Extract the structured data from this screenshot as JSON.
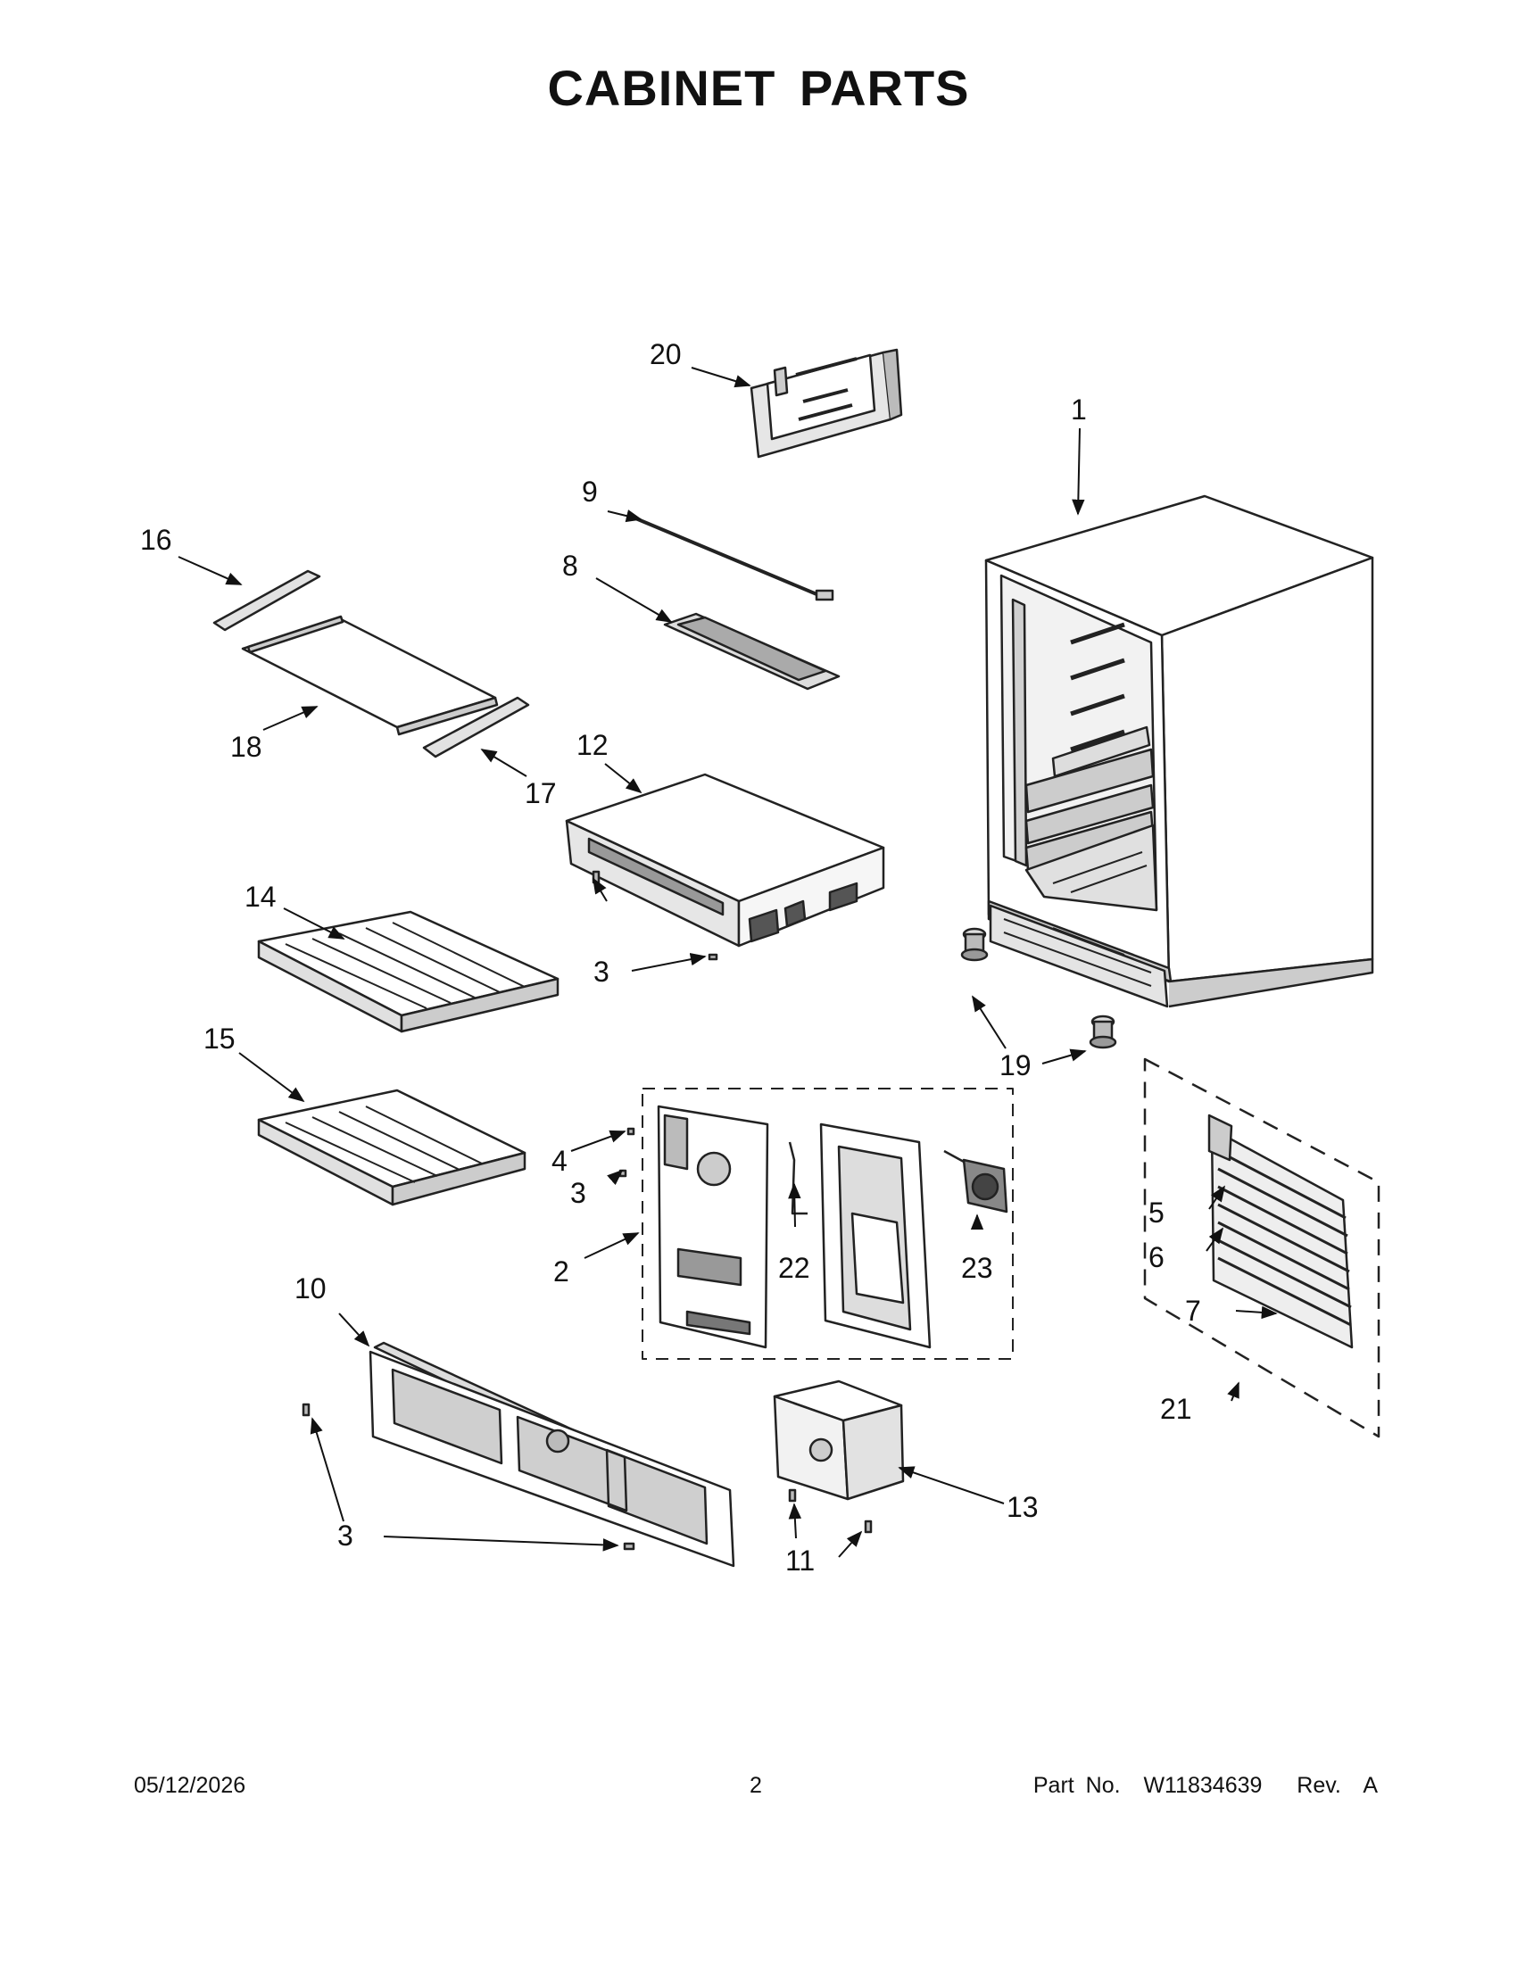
{
  "title": "CABINET PARTS",
  "footer": {
    "date": "05/12/2026",
    "page": "2",
    "part_number": "Part No.  W11834639   Rev.  A"
  },
  "callouts": {
    "c1": "1",
    "c2": "2",
    "c3a": "3",
    "c3b": "3",
    "c3c": "3",
    "c4": "4",
    "c5": "5",
    "c6": "6",
    "c7": "7",
    "c8": "8",
    "c9": "9",
    "c10": "10",
    "c11": "11",
    "c12": "12",
    "c13": "13",
    "c14": "14",
    "c15": "15",
    "c16": "16",
    "c17": "17",
    "c18": "18",
    "c19": "19",
    "c20": "20",
    "c21": "21",
    "c22": "22",
    "c23": "23"
  }
}
